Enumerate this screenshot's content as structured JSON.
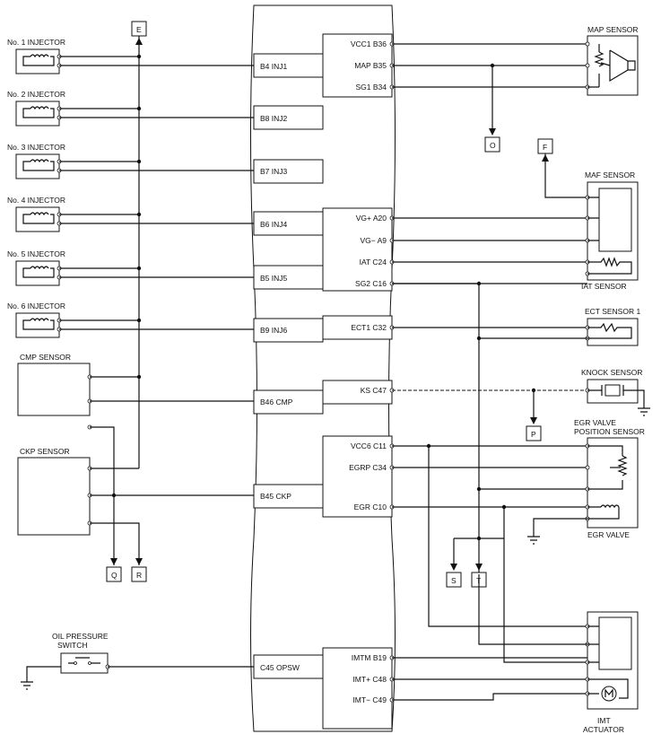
{
  "injectors": [
    "No. 1 INJECTOR",
    "No. 2 INJECTOR",
    "No. 3 INJECTOR",
    "No. 4 INJECTOR",
    "No. 5 INJECTOR",
    "No. 6 INJECTOR"
  ],
  "left_pins": [
    "B4 INJ1",
    "B8 INJ2",
    "B7 INJ3",
    "B6 INJ4",
    "B5 INJ5",
    "B9 INJ6",
    "B46 CMP",
    "B45 CKP",
    "C45 OPSW"
  ],
  "right_pins": [
    "VCC1 B36",
    "MAP B35",
    "SG1 B34",
    "VG+ A20",
    "VG− A9",
    "IAT C24",
    "SG2 C16",
    "ECT1 C32",
    "KS C47",
    "VCC6 C11",
    "EGRP C34",
    "EGR C10",
    "IMTM B19",
    "IMT+ C48",
    "IMT− C49"
  ],
  "components": {
    "cmp": "CMP SENSOR",
    "ckp": "CKP SENSOR",
    "oil_line1": "OIL PRESSURE",
    "oil_line2": "SWITCH",
    "map": "MAP SENSOR",
    "maf": "MAF SENSOR",
    "iat": "IAT SENSOR",
    "ect": "ECT SENSOR 1",
    "knock": "KNOCK SENSOR",
    "egr_pos1": "EGR VALVE",
    "egr_pos2": "POSITION SENSOR",
    "egr_valve": "EGR VALVE",
    "imt1": "IMT",
    "imt2": "ACTUATOR"
  },
  "connectors": [
    "E",
    "O",
    "F",
    "P",
    "Q",
    "R",
    "S",
    "T"
  ]
}
